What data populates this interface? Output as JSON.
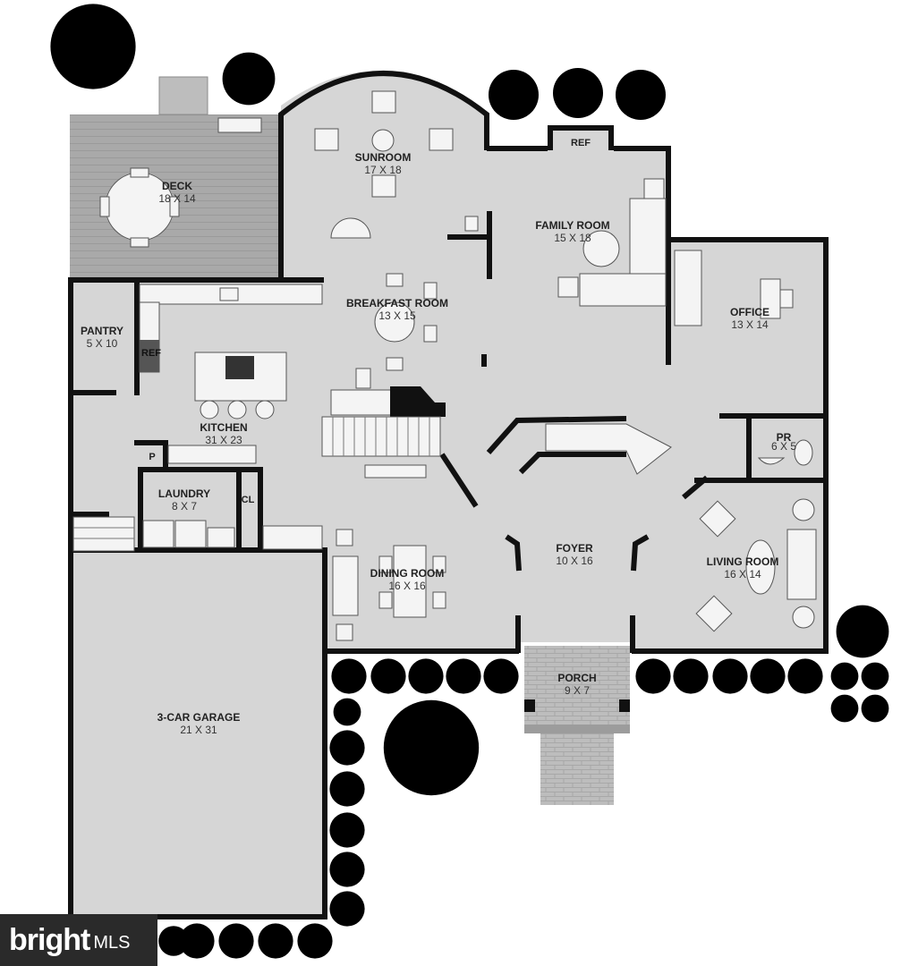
{
  "plan": {
    "rooms": [
      {
        "id": "deck",
        "name": "DECK",
        "dims": "18 X 14"
      },
      {
        "id": "sunroom",
        "name": "SUNROOM",
        "dims": "17 X 18"
      },
      {
        "id": "family",
        "name": "FAMILY ROOM",
        "dims": "15 X 18"
      },
      {
        "id": "breakfast",
        "name": "BREAKFAST ROOM",
        "dims": "13 X 15"
      },
      {
        "id": "office",
        "name": "OFFICE",
        "dims": "13 X 14"
      },
      {
        "id": "pantry",
        "name": "PANTRY",
        "dims": "5 X 10"
      },
      {
        "id": "kitchen",
        "name": "KITCHEN",
        "dims": "31 X 23"
      },
      {
        "id": "laundry",
        "name": "LAUNDRY",
        "dims": "8 X 7"
      },
      {
        "id": "pr",
        "name": "PR",
        "dims": "6 X 5"
      },
      {
        "id": "dining",
        "name": "DINING ROOM",
        "dims": "16 X 16"
      },
      {
        "id": "foyer",
        "name": "FOYER",
        "dims": "10 X 16"
      },
      {
        "id": "living",
        "name": "LIVING ROOM",
        "dims": "16 X 14"
      },
      {
        "id": "garage",
        "name": "3-CAR GARAGE",
        "dims": "21 X 31"
      },
      {
        "id": "porch",
        "name": "PORCH",
        "dims": "9 X 7"
      }
    ],
    "tags": {
      "ref_family": "REF",
      "ref_kitchen": "REF",
      "pantry_small": "P",
      "closet": "CL"
    }
  },
  "watermark": {
    "brand": "bright",
    "suffix": "MLS"
  }
}
